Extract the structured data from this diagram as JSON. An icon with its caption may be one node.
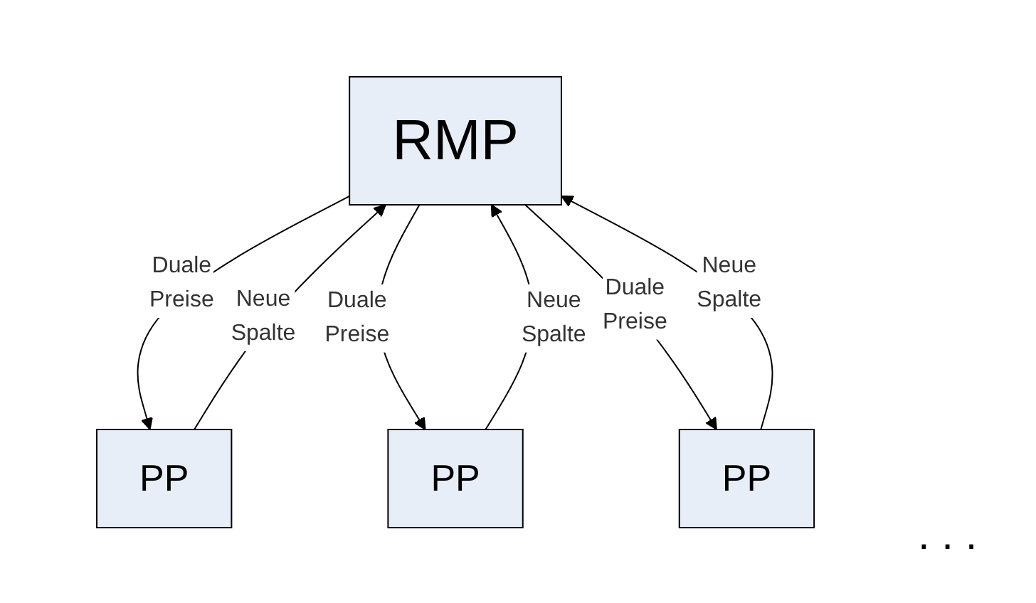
{
  "diagram": {
    "nodes": [
      {
        "text": [
          "RMP"
        ]
      },
      {
        "text": [
          "PP"
        ]
      },
      {
        "text": [
          "PP"
        ]
      },
      {
        "text": [
          "PP"
        ]
      }
    ],
    "edges": [
      {
        "from": 0,
        "to": 1,
        "arrow": "to",
        "label": "Duale Preise"
      },
      {
        "from": 1,
        "to": 0,
        "arrow": "to",
        "label": "Neue Spalte"
      },
      {
        "from": 0,
        "to": 2,
        "arrow": "to",
        "label": "Duale Preise"
      },
      {
        "from": 2,
        "to": 0,
        "arrow": "to",
        "label": "Neue Spalte"
      },
      {
        "from": 0,
        "to": 3,
        "arrow": "to",
        "label": "Duale Preise"
      },
      {
        "from": 3,
        "to": 0,
        "arrow": "to",
        "label": "Neue Spalte"
      }
    ],
    "labels": [
      ". . ."
    ]
  }
}
